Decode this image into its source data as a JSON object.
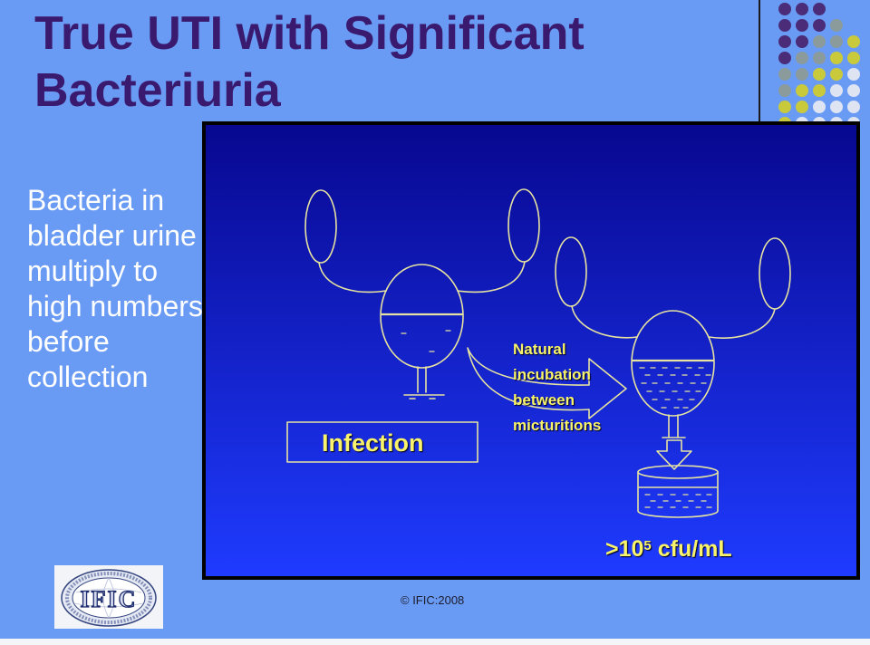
{
  "slide": {
    "title_lines": [
      "True UTI with Significant",
      "Bacteriuria"
    ],
    "body_lines": [
      "Bacteria in",
      "bladder urine",
      "multiply to",
      "high numbers",
      "before",
      "collection"
    ],
    "footer": "© IFIC:2008",
    "logo_text": "IFIC"
  },
  "diagram": {
    "infection_label": "Infection",
    "arrow_label_lines": [
      "Natural",
      "incubation",
      "between",
      "micturitions"
    ],
    "result_prefix": ">10",
    "result_exponent": "5",
    "result_unit": " cfu/mL"
  },
  "theme": {
    "background": "#6a9bf4",
    "title_color": "#3a1a6e",
    "body_text_color": "#ffffff",
    "diagram_top": "#080890",
    "diagram_bottom": "#1f3bff",
    "line_color": "#e6e3a0",
    "label_color": "#f8f36a",
    "dot_purple": "#4a2c78",
    "dot_gray": "#8b9b9b",
    "dot_yellow": "#c9c93c",
    "dot_white": "#dfe4f2",
    "footer_color": "#1c1c2c"
  }
}
